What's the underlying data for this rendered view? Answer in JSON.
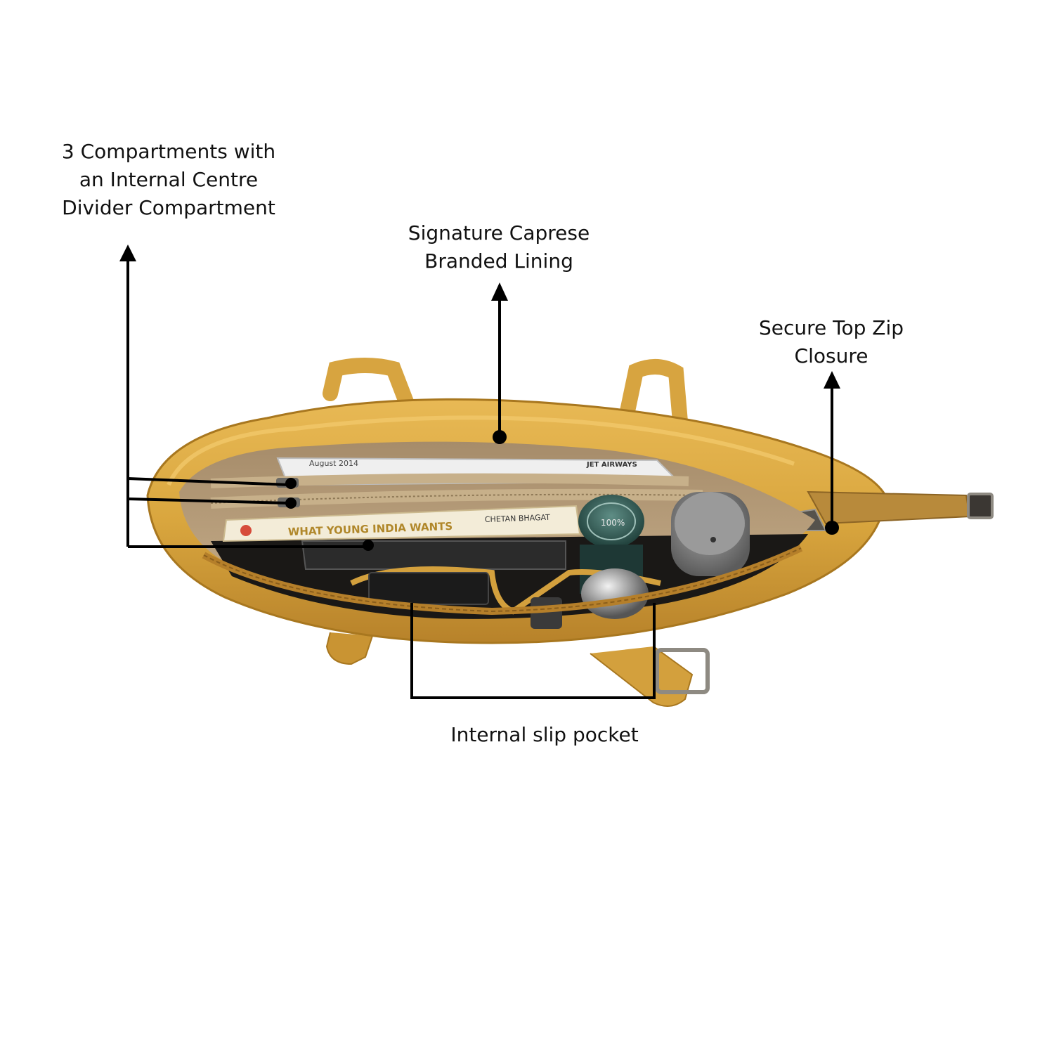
{
  "callouts": {
    "compartments": {
      "lines": [
        "3 Compartments with",
        "an Internal Centre",
        "Divider Compartment"
      ]
    },
    "lining": {
      "lines": [
        "Signature Caprese",
        "Branded Lining"
      ]
    },
    "zip": {
      "lines": [
        "Secure Top Zip",
        "Closure"
      ]
    },
    "pocket": {
      "lines": [
        "Internal slip pocket"
      ]
    }
  },
  "product_print": {
    "magazine_date": "August 2014",
    "magazine_brand": "JET AIRWAYS",
    "book_title": "WHAT YOUNG INDIA WANTS",
    "book_author": "CHETAN BHAGAT",
    "jar_label": "100%"
  },
  "colors": {
    "leather": "#d9a63e",
    "leather_dark": "#b7822a",
    "lining": "#b49a77",
    "zipper_tape": "#c7b08a",
    "annotation": "#000000"
  }
}
